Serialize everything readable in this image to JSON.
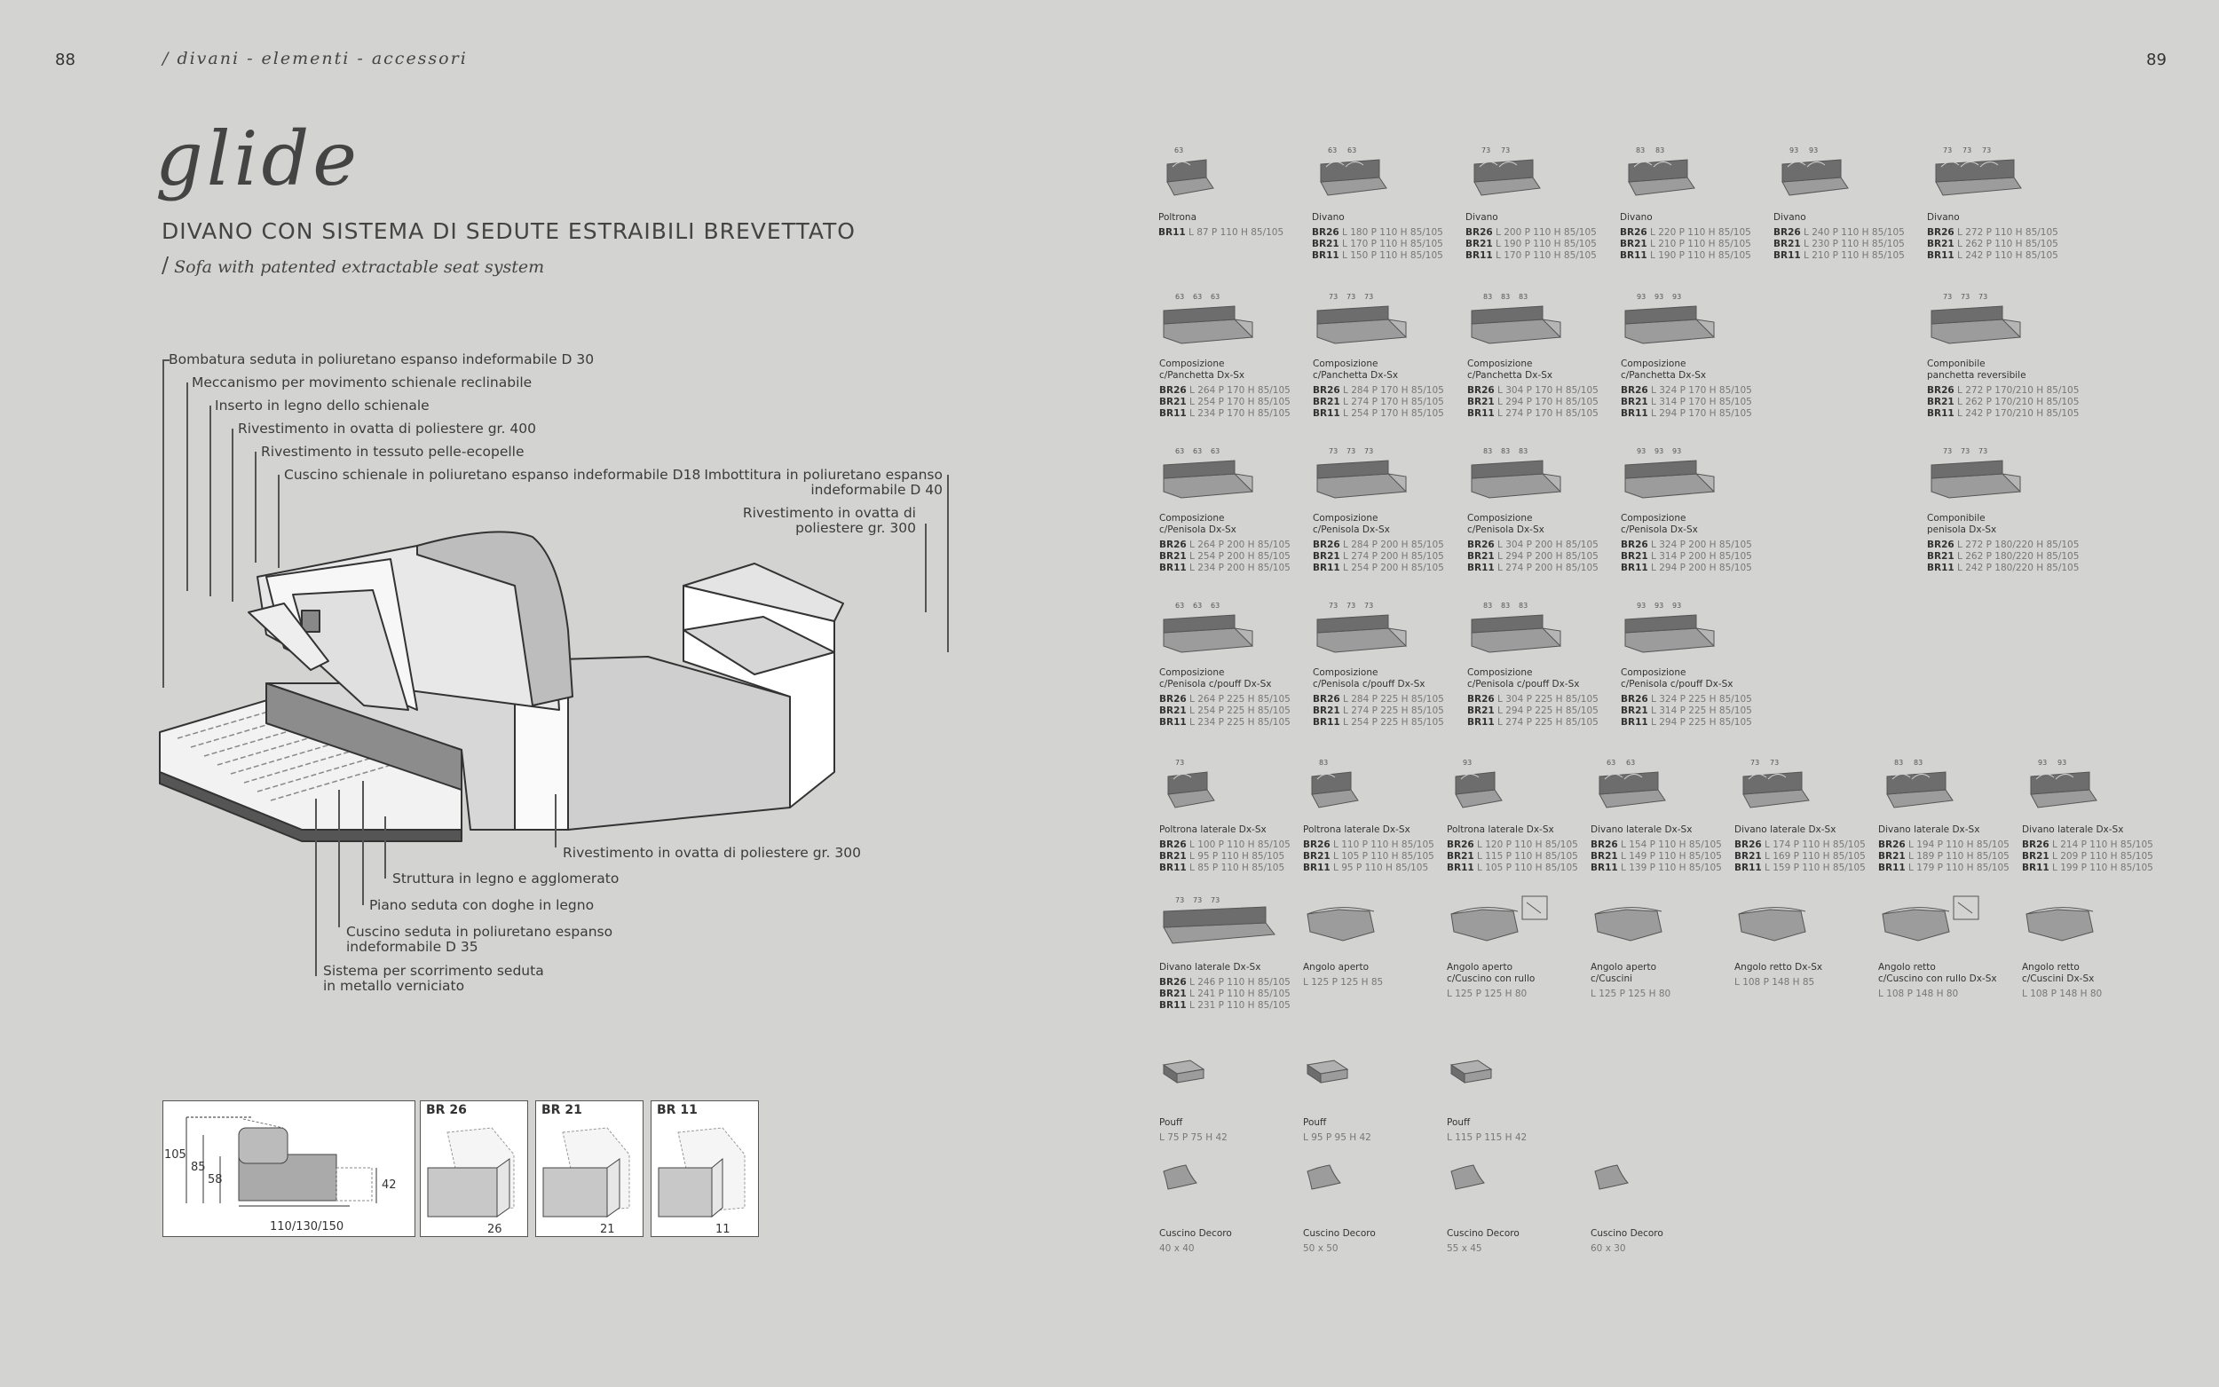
{
  "header": {
    "page_left": "88",
    "page_right": "89",
    "running_head": "/ divani - elementi - accessori"
  },
  "hero": {
    "title": "glide",
    "subtitle_it": "DIVANO CON SISTEMA DI SEDUTE ESTRAIBILI BREVETTATO",
    "subtitle_en_slash": "/",
    "subtitle_en": "Sofa with patented extractable seat system"
  },
  "callouts": {
    "c1": "Bombatura seduta in poliuretano espanso indeformabile D 30",
    "c2": "Meccanismo per movimento schienale reclinabile",
    "c3": "Inserto in legno dello schienale",
    "c4": "Rivestimento in ovatta di poliestere gr. 400",
    "c5": "Rivestimento in tessuto pelle-ecopelle",
    "c6": "Cuscino schienale in poliuretano espanso indeformabile D18",
    "r1": "Imbottitura in poliuretano espanso\nindeformabile D 40",
    "r2": "Rivestimento in ovatta di\npoliestere gr. 300",
    "b1": "Rivestimento in ovatta di poliestere gr. 300",
    "b2": "Struttura in legno e agglomerato",
    "b3": "Piano seduta con doghe in legno",
    "b4": "Cuscino seduta in poliuretano espanso\nindeformabile D 35",
    "b5": "Sistema per scorrimento seduta\nin metallo verniciato"
  },
  "dimensions": {
    "h105": "105",
    "h85": "85",
    "h58": "58",
    "h42": "42",
    "depths": "110/130/150",
    "br26_label": "BR 26",
    "br21_label": "BR 21",
    "br11_label": "BR 11",
    "br26_val": "26",
    "br21_val": "21",
    "br11_val": "11"
  },
  "catalogue": {
    "row1": [
      {
        "dims": [
          "63"
        ],
        "name": "Poltrona",
        "lines": [
          [
            "BR11",
            "L 87 P 110 H 85/105"
          ]
        ]
      },
      {
        "dims": [
          "63",
          "63"
        ],
        "name": "Divano",
        "lines": [
          [
            "BR26",
            "L 180 P 110 H 85/105"
          ],
          [
            "BR21",
            "L 170 P 110 H 85/105"
          ],
          [
            "BR11",
            "L 150 P 110 H 85/105"
          ]
        ]
      },
      {
        "dims": [
          "73",
          "73"
        ],
        "name": "Divano",
        "lines": [
          [
            "BR26",
            "L 200 P 110 H 85/105"
          ],
          [
            "BR21",
            "L 190 P 110 H 85/105"
          ],
          [
            "BR11",
            "L 170 P 110 H 85/105"
          ]
        ]
      },
      {
        "dims": [
          "83",
          "83"
        ],
        "name": "Divano",
        "lines": [
          [
            "BR26",
            "L 220 P 110 H 85/105"
          ],
          [
            "BR21",
            "L 210 P 110 H 85/105"
          ],
          [
            "BR11",
            "L 190 P 110 H 85/105"
          ]
        ]
      },
      {
        "dims": [
          "93",
          "93"
        ],
        "name": "Divano",
        "lines": [
          [
            "BR26",
            "L 240 P 110 H 85/105"
          ],
          [
            "BR21",
            "L 230 P 110 H 85/105"
          ],
          [
            "BR11",
            "L 210 P 110 H 85/105"
          ]
        ]
      },
      {
        "dims": [
          "73",
          "73",
          "73"
        ],
        "name": "Divano",
        "lines": [
          [
            "BR26",
            "L 272 P 110 H 85/105"
          ],
          [
            "BR21",
            "L 262 P 110 H 85/105"
          ],
          [
            "BR11",
            "L 242 P 110 H 85/105"
          ]
        ]
      }
    ],
    "row2": [
      {
        "dims": [
          "63",
          "63",
          "63"
        ],
        "name": "Composizione\nc/Panchetta Dx-Sx",
        "lines": [
          [
            "BR26",
            "L 264 P 170 H 85/105"
          ],
          [
            "BR21",
            "L 254 P 170 H 85/105"
          ],
          [
            "BR11",
            "L 234 P 170 H 85/105"
          ]
        ]
      },
      {
        "dims": [
          "73",
          "73",
          "73"
        ],
        "name": "Composizione\nc/Panchetta Dx-Sx",
        "lines": [
          [
            "BR26",
            "L 284 P 170 H 85/105"
          ],
          [
            "BR21",
            "L 274 P 170 H 85/105"
          ],
          [
            "BR11",
            "L 254 P 170 H 85/105"
          ]
        ]
      },
      {
        "dims": [
          "83",
          "83",
          "83"
        ],
        "name": "Composizione\nc/Panchetta Dx-Sx",
        "lines": [
          [
            "BR26",
            "L 304 P 170 H 85/105"
          ],
          [
            "BR21",
            "L 294 P 170 H 85/105"
          ],
          [
            "BR11",
            "L 274 P 170 H 85/105"
          ]
        ]
      },
      {
        "dims": [
          "93",
          "93",
          "93"
        ],
        "name": "Composizione\nc/Panchetta Dx-Sx",
        "lines": [
          [
            "BR26",
            "L 324 P 170 H 85/105"
          ],
          [
            "BR21",
            "L 314 P 170 H 85/105"
          ],
          [
            "BR11",
            "L 294 P 170 H 85/105"
          ]
        ]
      },
      {
        "dims": [
          "73",
          "73",
          "73"
        ],
        "name": "Componibile\npanchetta reversibile",
        "lines": [
          [
            "BR26",
            "L 272 P 170/210 H 85/105"
          ],
          [
            "BR21",
            "L 262 P 170/210 H 85/105"
          ],
          [
            "BR11",
            "L 242 P 170/210 H 85/105"
          ]
        ]
      }
    ],
    "row3": [
      {
        "dims": [
          "63",
          "63",
          "63"
        ],
        "name": "Composizione\nc/Penisola Dx-Sx",
        "lines": [
          [
            "BR26",
            "L 264 P 200 H 85/105"
          ],
          [
            "BR21",
            "L 254 P 200 H 85/105"
          ],
          [
            "BR11",
            "L 234 P 200 H 85/105"
          ]
        ]
      },
      {
        "dims": [
          "73",
          "73",
          "73"
        ],
        "name": "Composizione\nc/Penisola Dx-Sx",
        "lines": [
          [
            "BR26",
            "L 284 P 200 H 85/105"
          ],
          [
            "BR21",
            "L 274 P 200 H 85/105"
          ],
          [
            "BR11",
            "L 254 P 200 H 85/105"
          ]
        ]
      },
      {
        "dims": [
          "83",
          "83",
          "83"
        ],
        "name": "Composizione\nc/Penisola Dx-Sx",
        "lines": [
          [
            "BR26",
            "L 304 P 200 H 85/105"
          ],
          [
            "BR21",
            "L 294 P 200 H 85/105"
          ],
          [
            "BR11",
            "L 274 P 200 H 85/105"
          ]
        ]
      },
      {
        "dims": [
          "93",
          "93",
          "93"
        ],
        "name": "Composizione\nc/Penisola Dx-Sx",
        "lines": [
          [
            "BR26",
            "L 324 P 200 H 85/105"
          ],
          [
            "BR21",
            "L 314 P 200 H 85/105"
          ],
          [
            "BR11",
            "L 294 P 200 H 85/105"
          ]
        ]
      },
      {
        "dims": [
          "73",
          "73",
          "73"
        ],
        "name": "Componibile\npenisola Dx-Sx",
        "lines": [
          [
            "BR26",
            "L 272 P 180/220 H 85/105"
          ],
          [
            "BR21",
            "L 262 P 180/220 H 85/105"
          ],
          [
            "BR11",
            "L 242 P 180/220 H 85/105"
          ]
        ]
      }
    ],
    "row4": [
      {
        "dims": [
          "63",
          "63",
          "63"
        ],
        "name": "Composizione\nc/Penisola c/pouff Dx-Sx",
        "lines": [
          [
            "BR26",
            "L 264 P 225 H 85/105"
          ],
          [
            "BR21",
            "L 254 P 225 H 85/105"
          ],
          [
            "BR11",
            "L 234 P 225 H 85/105"
          ]
        ]
      },
      {
        "dims": [
          "73",
          "73",
          "73"
        ],
        "name": "Composizione\nc/Penisola c/pouff Dx-Sx",
        "lines": [
          [
            "BR26",
            "L 284 P 225 H 85/105"
          ],
          [
            "BR21",
            "L 274 P 225 H 85/105"
          ],
          [
            "BR11",
            "L 254 P 225 H 85/105"
          ]
        ]
      },
      {
        "dims": [
          "83",
          "83",
          "83"
        ],
        "name": "Composizione\nc/Penisola c/pouff Dx-Sx",
        "lines": [
          [
            "BR26",
            "L 304 P 225 H 85/105"
          ],
          [
            "BR21",
            "L 294 P 225 H 85/105"
          ],
          [
            "BR11",
            "L 274 P 225 H 85/105"
          ]
        ]
      },
      {
        "dims": [
          "93",
          "93",
          "93"
        ],
        "name": "Composizione\nc/Penisola c/pouff Dx-Sx",
        "lines": [
          [
            "BR26",
            "L 324 P 225 H 85/105"
          ],
          [
            "BR21",
            "L 314 P 225 H 85/105"
          ],
          [
            "BR11",
            "L 294 P 225 H 85/105"
          ]
        ]
      }
    ],
    "row5": [
      {
        "dims": [
          "73"
        ],
        "name": "Poltrona laterale Dx-Sx",
        "lines": [
          [
            "BR26",
            "L 100 P 110 H 85/105"
          ],
          [
            "BR21",
            "L 95 P 110 H 85/105"
          ],
          [
            "BR11",
            "L 85 P 110 H 85/105"
          ]
        ]
      },
      {
        "dims": [
          "83"
        ],
        "name": "Poltrona laterale Dx-Sx",
        "lines": [
          [
            "BR26",
            "L 110 P 110 H 85/105"
          ],
          [
            "BR21",
            "L 105 P 110 H 85/105"
          ],
          [
            "BR11",
            "L 95 P 110 H 85/105"
          ]
        ]
      },
      {
        "dims": [
          "93"
        ],
        "name": "Poltrona laterale Dx-Sx",
        "lines": [
          [
            "BR26",
            "L 120 P 110 H 85/105"
          ],
          [
            "BR21",
            "L 115 P 110 H 85/105"
          ],
          [
            "BR11",
            "L 105 P 110 H 85/105"
          ]
        ]
      },
      {
        "dims": [
          "63",
          "63"
        ],
        "name": "Divano laterale Dx-Sx",
        "lines": [
          [
            "BR26",
            "L 154 P 110 H 85/105"
          ],
          [
            "BR21",
            "L 149 P 110 H 85/105"
          ],
          [
            "BR11",
            "L 139 P 110 H 85/105"
          ]
        ]
      },
      {
        "dims": [
          "73",
          "73"
        ],
        "name": "Divano laterale Dx-Sx",
        "lines": [
          [
            "BR26",
            "L 174 P 110 H 85/105"
          ],
          [
            "BR21",
            "L 169 P 110 H 85/105"
          ],
          [
            "BR11",
            "L 159 P 110 H 85/105"
          ]
        ]
      },
      {
        "dims": [
          "83",
          "83"
        ],
        "name": "Divano laterale Dx-Sx",
        "lines": [
          [
            "BR26",
            "L 194 P 110 H 85/105"
          ],
          [
            "BR21",
            "L 189 P 110 H 85/105"
          ],
          [
            "BR11",
            "L 179 P 110 H 85/105"
          ]
        ]
      },
      {
        "dims": [
          "93",
          "93"
        ],
        "name": "Divano laterale Dx-Sx",
        "lines": [
          [
            "BR26",
            "L 214 P 110 H 85/105"
          ],
          [
            "BR21",
            "L 209 P 110 H 85/105"
          ],
          [
            "BR11",
            "L 199 P 110 H 85/105"
          ]
        ]
      }
    ],
    "row6": [
      {
        "dims": [
          "73",
          "73",
          "73"
        ],
        "name": "Divano laterale Dx-Sx",
        "lines": [
          [
            "BR26",
            "L 246 P 110 H 85/105"
          ],
          [
            "BR21",
            "L 241 P 110 H 85/105"
          ],
          [
            "BR11",
            "L 231 P 110 H 85/105"
          ]
        ]
      },
      {
        "dims": [],
        "name": "Angolo aperto",
        "lines": [
          [
            "",
            "L 125 P 125 H 85"
          ]
        ]
      },
      {
        "dims": [],
        "name": "Angolo aperto\nc/Cuscino con rullo",
        "lines": [
          [
            "",
            "L 125 P 125 H 80"
          ]
        ]
      },
      {
        "dims": [],
        "name": "Angolo aperto\nc/Cuscini",
        "lines": [
          [
            "",
            "L 125 P 125 H 80"
          ]
        ]
      },
      {
        "dims": [],
        "name": "Angolo retto Dx-Sx",
        "lines": [
          [
            "",
            "L 108 P 148 H 85"
          ]
        ]
      },
      {
        "dims": [],
        "name": "Angolo retto\nc/Cuscino con rullo Dx-Sx",
        "lines": [
          [
            "",
            "L 108 P 148 H 80"
          ]
        ]
      },
      {
        "dims": [],
        "name": "Angolo retto\nc/Cuscini Dx-Sx",
        "lines": [
          [
            "",
            "L 108 P 148 H 80"
          ]
        ]
      }
    ],
    "row7": [
      {
        "dims": [],
        "name": "Pouff",
        "lines": [
          [
            "",
            "L 75 P 75 H 42"
          ]
        ]
      },
      {
        "dims": [],
        "name": "Pouff",
        "lines": [
          [
            "",
            "L 95 P 95 H 42"
          ]
        ]
      },
      {
        "dims": [],
        "name": "Pouff",
        "lines": [
          [
            "",
            "L 115 P 115 H 42"
          ]
        ]
      }
    ],
    "row8": [
      {
        "dims": [],
        "name": "Cuscino Decoro",
        "lines": [
          [
            "",
            "40 x 40"
          ]
        ]
      },
      {
        "dims": [],
        "name": "Cuscino Decoro",
        "lines": [
          [
            "",
            "50 x 50"
          ]
        ]
      },
      {
        "dims": [],
        "name": "Cuscino Decoro",
        "lines": [
          [
            "",
            "55 x 45"
          ]
        ]
      },
      {
        "dims": [],
        "name": "Cuscino Decoro",
        "lines": [
          [
            "",
            "60 x 30"
          ]
        ]
      }
    ]
  }
}
